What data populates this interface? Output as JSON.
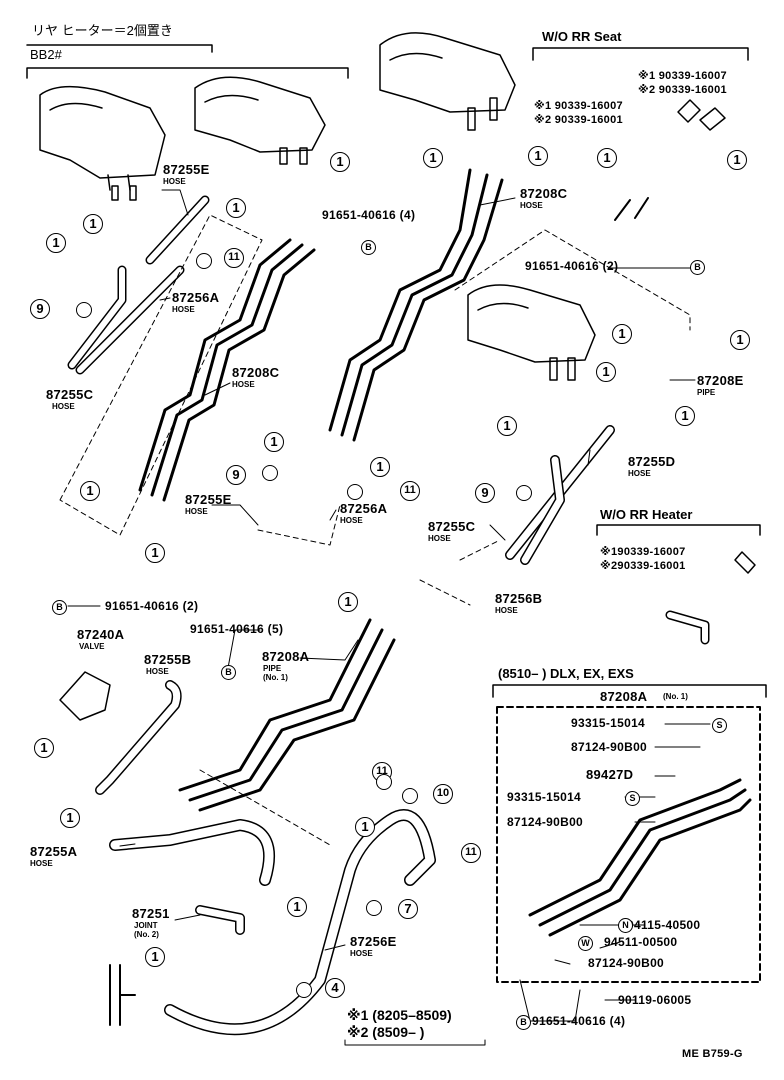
{
  "header": {
    "title_jp": "リヤ ヒーター＝2個置き",
    "bb2": "BB2#",
    "wo_rr_seat": "W/O RR Seat",
    "wo_rr_heater": "W/O RR Heater",
    "dlx_range": "(8510–        ) DLX, EX, EXS"
  },
  "parts": {
    "p87255E_top": "87255E",
    "p87256A": "87256A",
    "p87255C_left": "87255C",
    "p87208C_mid": "87208C",
    "p91651_4": "91651-40616 (4)",
    "p87208C_top": "87208C",
    "p91651_2_right": "91651-40616 (2)",
    "p87208E": "87208E",
    "p87255D": "87255D",
    "p87255E_low": "87255E",
    "p87256A_low": "87256A",
    "p87255C_right": "87255C",
    "p87256B": "87256B",
    "p91651_2_left": "91651-40616 (2)",
    "p87240A": "87240A",
    "p91651_5": "91651-40616 (5)",
    "p87255B": "87255B",
    "p87208A": "87208A",
    "p87255A": "87255A",
    "p87251": "87251",
    "p87256E": "87256E",
    "p87208A_box": "87208A",
    "p93315_a": "93315-15014",
    "p87124_a": "87124-90B00",
    "p89427D": "89427D",
    "p93315_b": "93315-15014",
    "p87124_b": "87124-90B00",
    "p94115": "94115-40500",
    "p94511": "94511-00500",
    "p87124_c": "87124-90B00",
    "p90119": "90119-06005",
    "p91651_4_bottom": "91651-40616 (4)",
    "seat_alt1": "※1 90339-16007",
    "seat_alt2": "※2 90339-16001",
    "seat_alt3": "※1 90339-16007",
    "seat_alt4": "※2 90339-16001",
    "heater_alt1": "※190339-16007",
    "heater_alt2": "※290339-16001"
  },
  "subs": {
    "hose": "HOSE",
    "pipe": "PIPE",
    "valve": "VALVE",
    "joint": "JOINT",
    "no1": "(No. 1)",
    "no2": "(No. 2)"
  },
  "refs": {
    "r1": "1",
    "r4": "4",
    "r7": "7",
    "r9": "9",
    "r10": "10",
    "r11": "11",
    "rB": "B",
    "rS": "S",
    "rN": "N",
    "rW": "W"
  },
  "footnotes": {
    "n1": "※1 (8205–8509)",
    "n2": "※2 (8509–          )"
  },
  "catalog_code": "ME B759-G"
}
